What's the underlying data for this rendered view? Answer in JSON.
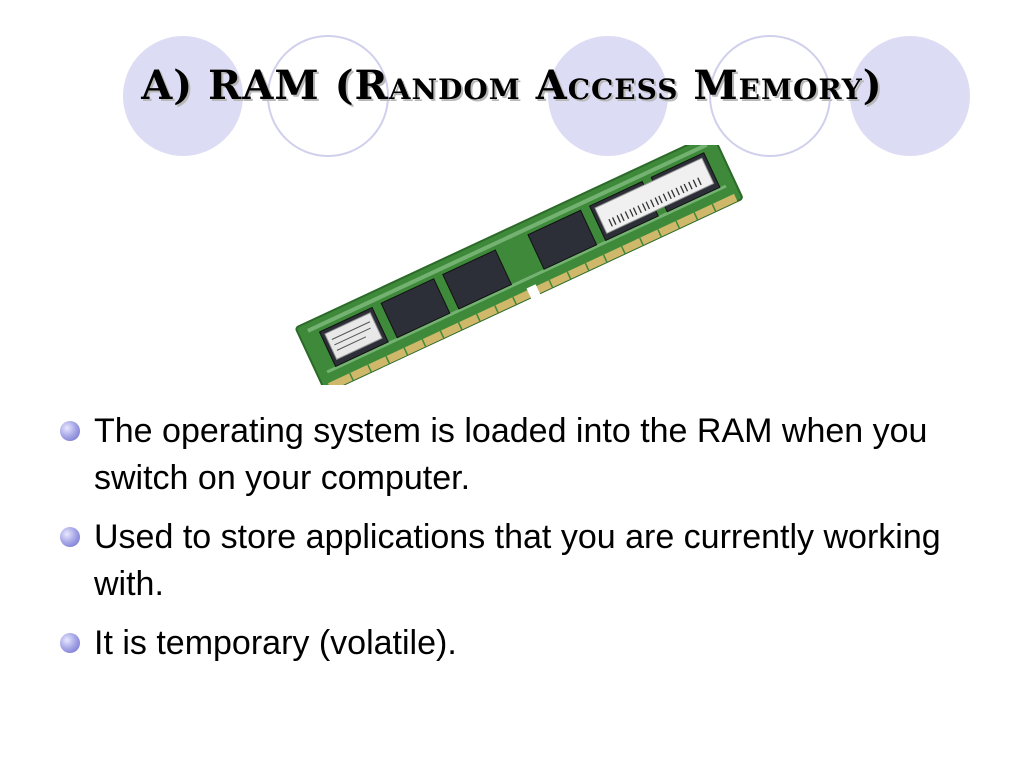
{
  "slide": {
    "title": "A) RAM (Random Access Memory)",
    "bullets": [
      "The operating system is loaded into the RAM when you switch on your computer.",
      "Used to store applications that you are currently working with.",
      "It is temporary (volatile)."
    ]
  },
  "image": {
    "icon": "ram-module-icon"
  },
  "colors": {
    "circle_fill": "#dcdcf4",
    "circle_stroke": "#c8c8e8",
    "bullet": "#8c8cd8",
    "pcb_green": "#3e8a3a"
  }
}
